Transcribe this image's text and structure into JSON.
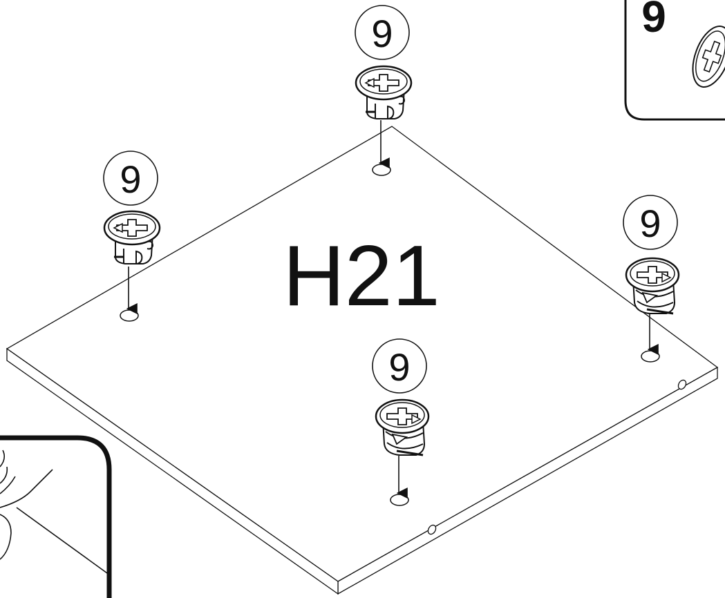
{
  "panel": {
    "label": "H21"
  },
  "callouts": [
    {
      "id": "top",
      "number": "9"
    },
    {
      "id": "left",
      "number": "9"
    },
    {
      "id": "right",
      "number": "9"
    },
    {
      "id": "front",
      "number": "9"
    }
  ],
  "inset_top_right": {
    "number": "9"
  },
  "icons": [
    "cam-lock-fitting-icon",
    "insertion-arrow-icon",
    "panel-hole-icon"
  ],
  "colors": {
    "ink": "#111111",
    "paper": "#ffffff"
  }
}
